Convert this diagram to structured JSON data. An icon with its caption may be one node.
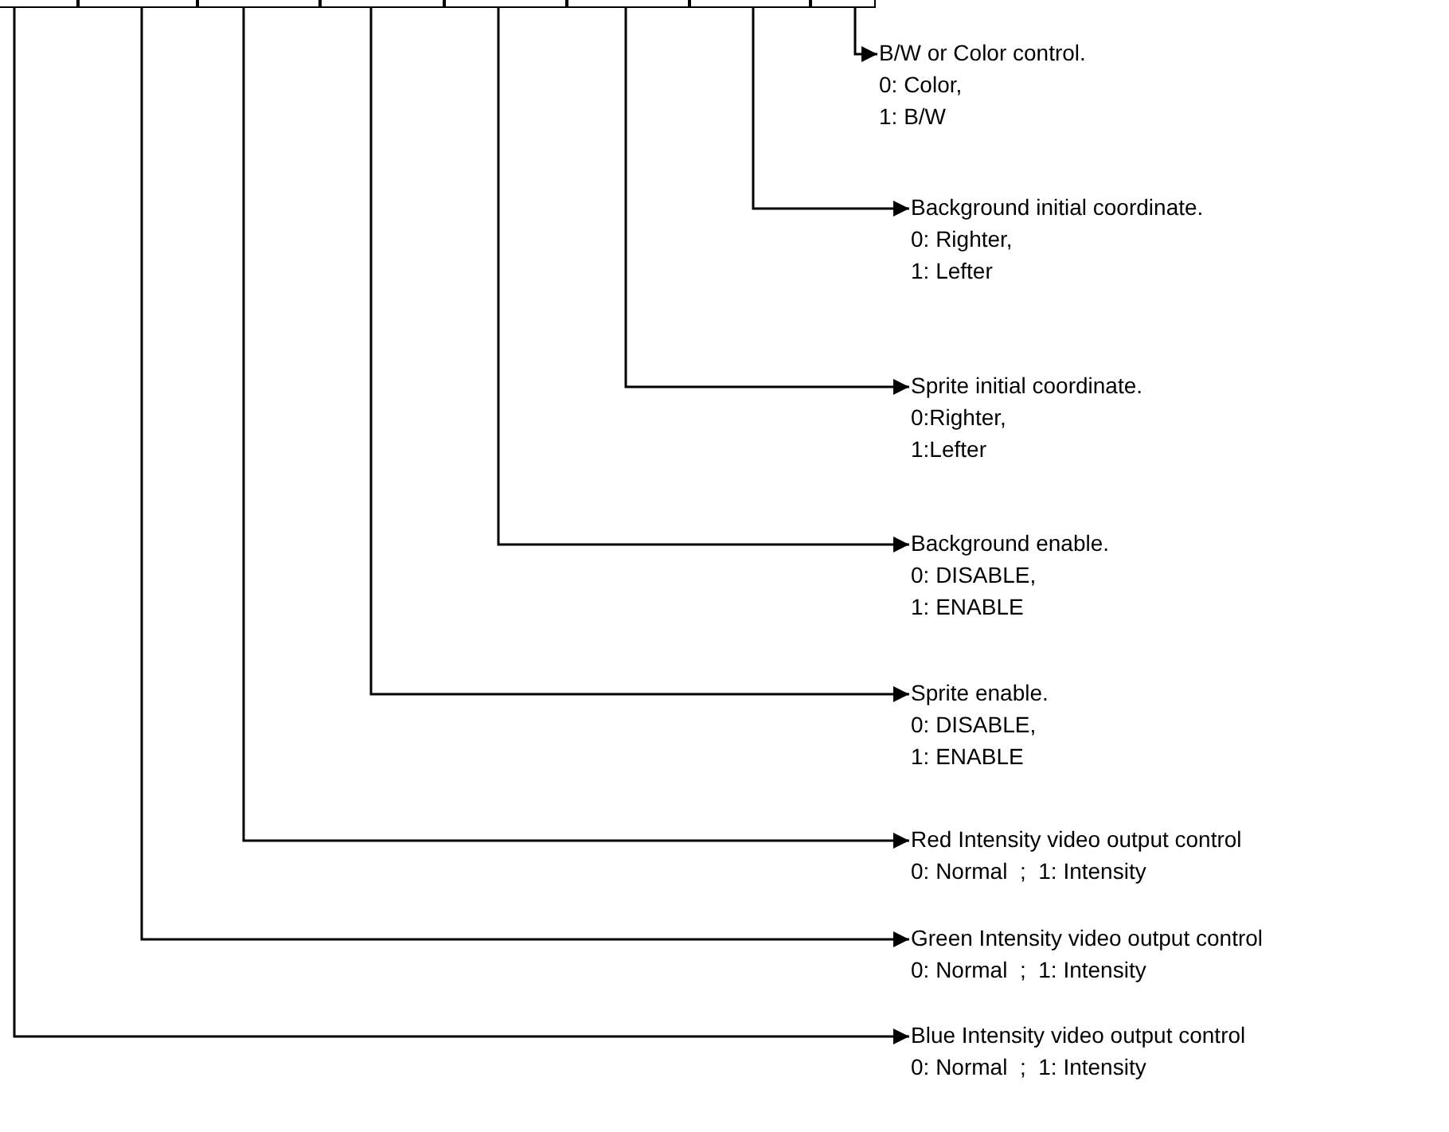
{
  "diagram": {
    "nodes": [
      {
        "text": [],
        "shape": "box"
      },
      {
        "text": [],
        "shape": "box"
      },
      {
        "text": [],
        "shape": "box"
      },
      {
        "text": [],
        "shape": "box"
      },
      {
        "text": [],
        "shape": "box"
      },
      {
        "text": [],
        "shape": "box"
      },
      {
        "text": [],
        "shape": "box"
      },
      {
        "text": [],
        "shape": "box"
      },
      {
        "text": [
          "B/W or Color control.",
          "0: Color,",
          "1: B/W"
        ]
      },
      {
        "text": [
          "Background initial coordinate.",
          "0: Righter,",
          "1: Lefter"
        ]
      },
      {
        "text": [
          "Sprite initial coordinate.",
          "0:Righter,",
          "1:Lefter"
        ]
      },
      {
        "text": [
          "Background enable.",
          "0: DISABLE,",
          "1: ENABLE"
        ]
      },
      {
        "text": [
          "Sprite enable.",
          "0: DISABLE,",
          "1: ENABLE"
        ]
      },
      {
        "text": [
          "Red Intensity video output control",
          "0: Normal  ;  1: Intensity"
        ]
      },
      {
        "text": [
          "Green Intensity video output control",
          "0: Normal  ;  1: Intensity"
        ]
      },
      {
        "text": [
          "Blue Intensity video output control",
          "0: Normal  ;  1: Intensity"
        ]
      }
    ],
    "edges": [
      {
        "from": 7,
        "to": 8,
        "arrow": "to"
      },
      {
        "from": 6,
        "to": 9,
        "arrow": "to"
      },
      {
        "from": 5,
        "to": 10,
        "arrow": "to"
      },
      {
        "from": 4,
        "to": 11,
        "arrow": "to"
      },
      {
        "from": 3,
        "to": 12,
        "arrow": "to"
      },
      {
        "from": 2,
        "to": 13,
        "arrow": "to"
      },
      {
        "from": 1,
        "to": 14,
        "arrow": "to"
      },
      {
        "from": 0,
        "to": 15,
        "arrow": "to"
      }
    ]
  }
}
